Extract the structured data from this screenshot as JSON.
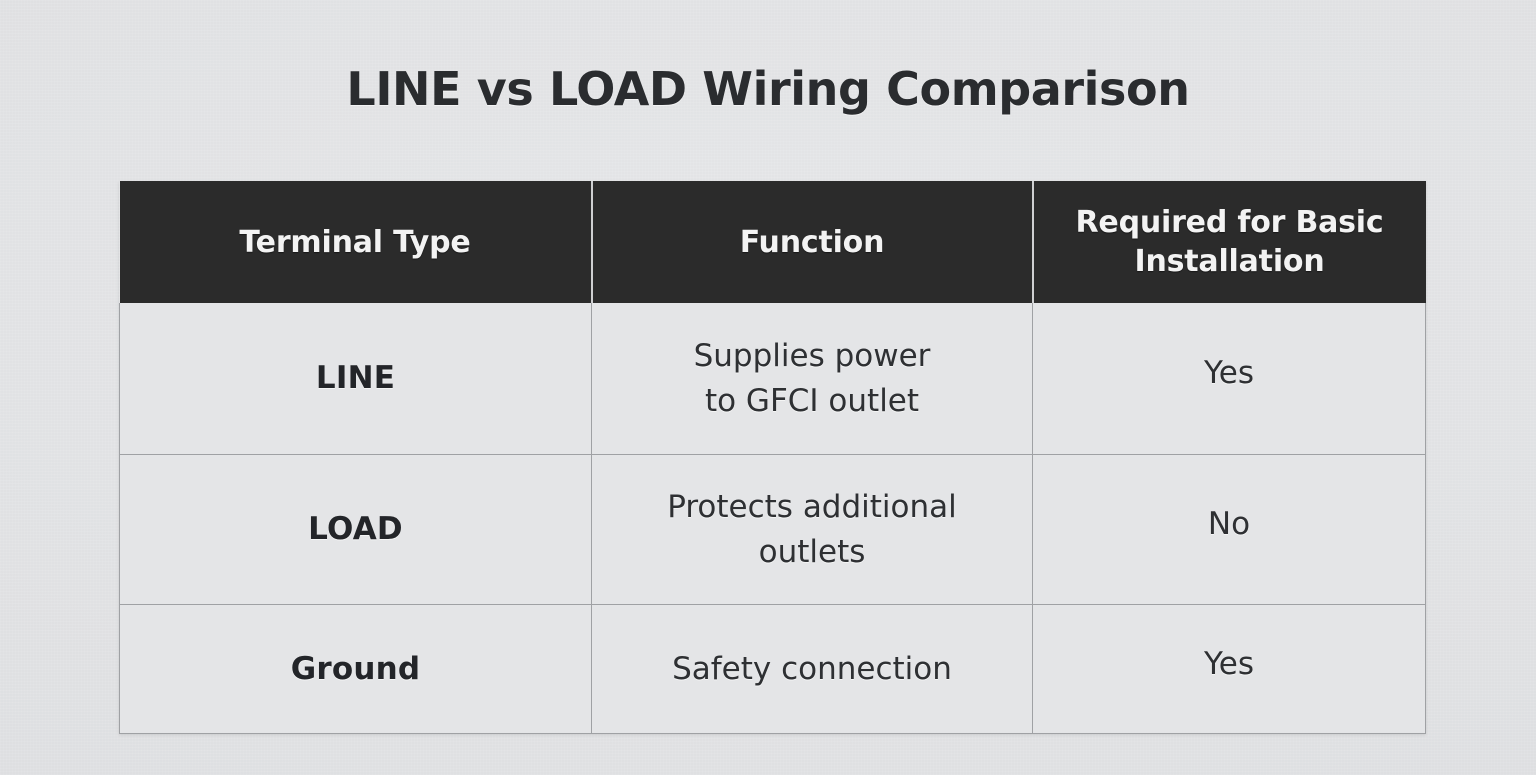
{
  "page": {
    "title": "LINE vs LOAD Wiring Comparison",
    "background_color": "#e2e3e5",
    "text_color": "#2e3033",
    "header_background_color": "#2b2b2b",
    "header_text_color": "#f3f3f3",
    "cell_background_color": "#e4e5e7",
    "border_color": "#9fa1a4"
  },
  "table": {
    "columns": [
      {
        "id": "terminal-type",
        "label": "Terminal Type"
      },
      {
        "id": "function",
        "label": "Function"
      },
      {
        "id": "required-for-basic-installation",
        "label": "Required for Basic Installation"
      }
    ],
    "rows": [
      {
        "terminal": "LINE",
        "function_line1": "Supplies power",
        "function_line2": "to GFCI outlet",
        "required": "Yes"
      },
      {
        "terminal": "LOAD",
        "function_line1": "Protects additional",
        "function_line2": "outlets",
        "required": "No"
      },
      {
        "terminal": "Ground",
        "function_line1": "Safety connection",
        "function_line2": "",
        "required": "Yes"
      }
    ]
  }
}
